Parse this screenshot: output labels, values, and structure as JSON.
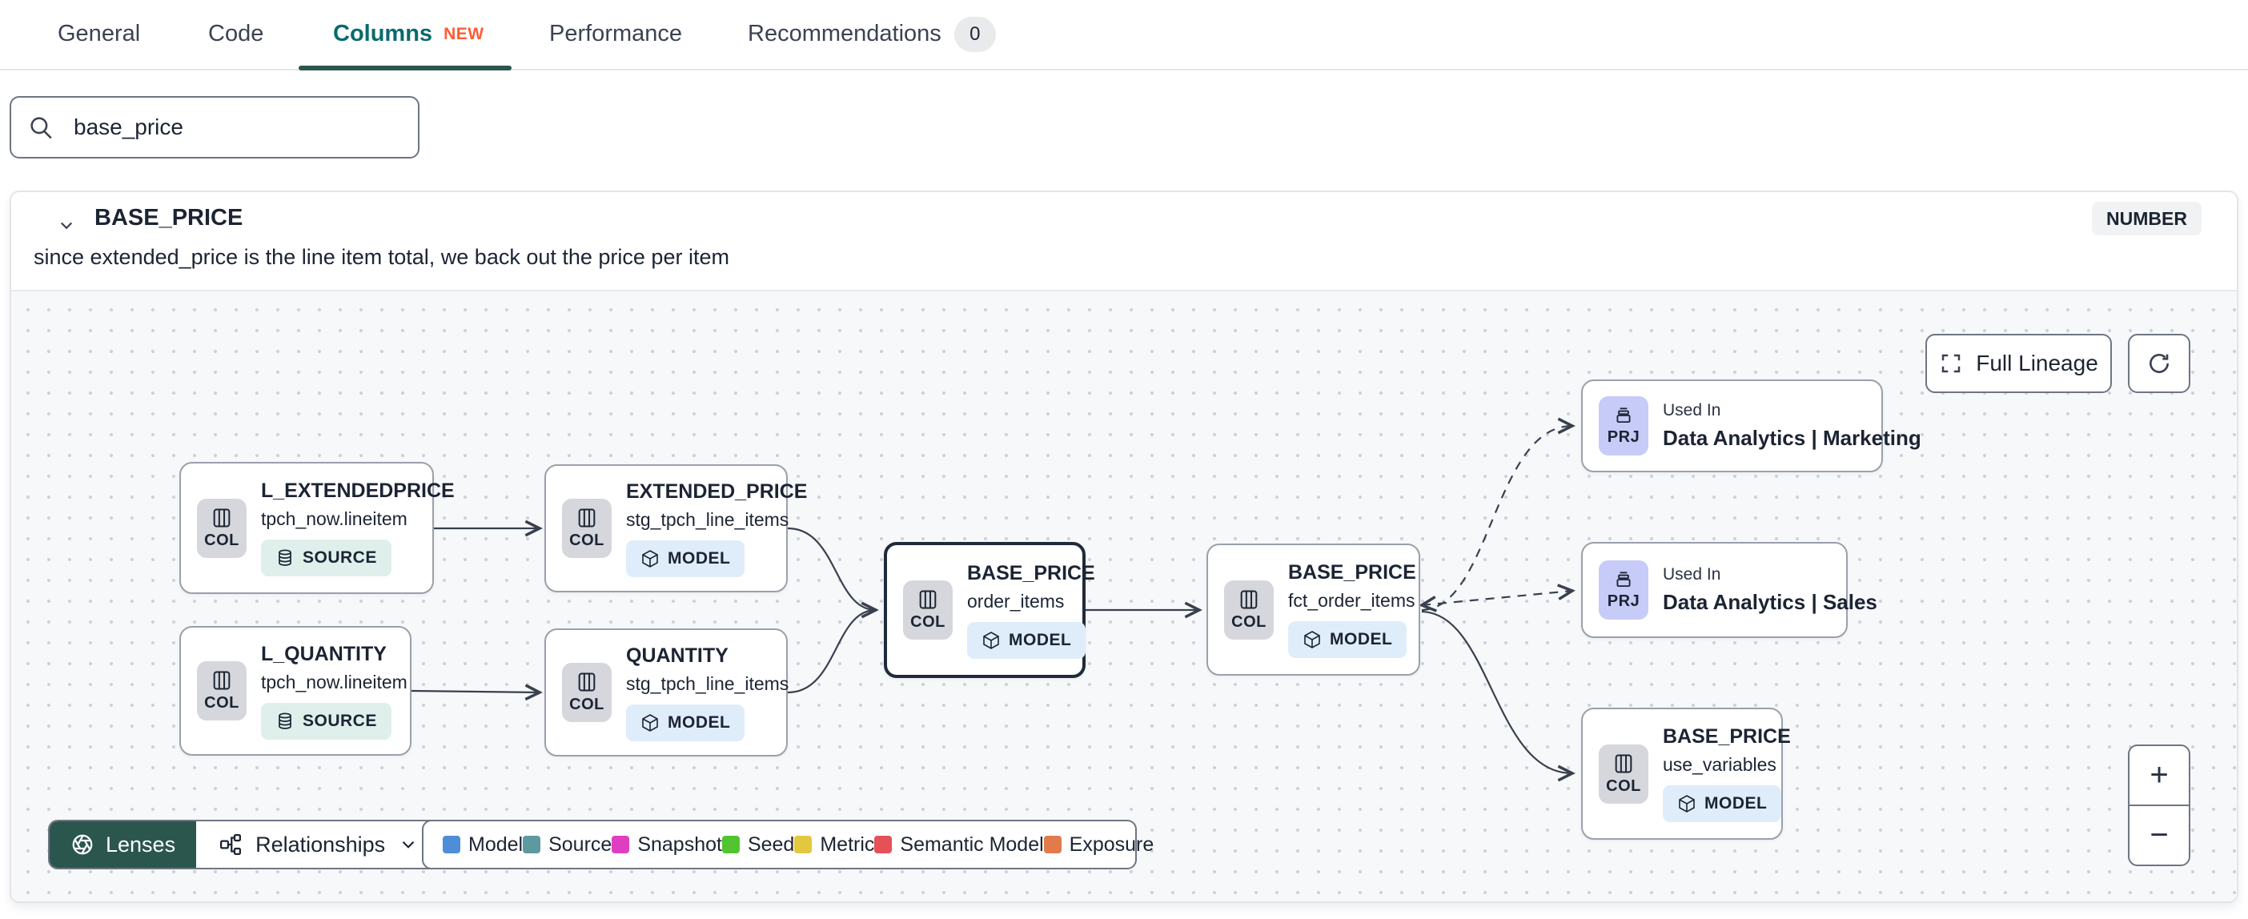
{
  "tabs": {
    "items": [
      {
        "label": "General"
      },
      {
        "label": "Code"
      },
      {
        "label": "Columns",
        "badge": "NEW",
        "active": true
      },
      {
        "label": "Performance"
      },
      {
        "label": "Recommendations",
        "badge": "0"
      }
    ]
  },
  "search": {
    "value": "base_price"
  },
  "column_panel": {
    "title": "BASE_PRICE",
    "type_badge": "NUMBER",
    "description": "since extended_price is the line item total, we back out the price per item"
  },
  "lineage": {
    "controls": {
      "full_lineage": "Full Lineage",
      "zoom_in": "+",
      "zoom_out": "−"
    },
    "toolbar": {
      "lenses": "Lenses",
      "relationships": "Relationships"
    },
    "legend": {
      "items": [
        {
          "label": "Model",
          "color": "#4e8ed8"
        },
        {
          "label": "Source",
          "color": "#5c9aa0"
        },
        {
          "label": "Snapshot",
          "color": "#e03ec1"
        },
        {
          "label": "Seed",
          "color": "#53c431"
        },
        {
          "label": "Metric",
          "color": "#e3c73e"
        },
        {
          "label": "Semantic Model",
          "color": "#e55059"
        },
        {
          "label": "Exposure",
          "color": "#e17a4c"
        }
      ]
    },
    "nodes": [
      {
        "chip": "COL",
        "title": "L_EXTENDEDPRICE",
        "subtitle": "tpch_now.lineitem",
        "badge": "SOURCE"
      },
      {
        "chip": "COL",
        "title": "L_QUANTITY",
        "subtitle": "tpch_now.lineitem",
        "badge": "SOURCE"
      },
      {
        "chip": "COL",
        "title": "EXTENDED_PRICE",
        "subtitle": "stg_tpch_line_items",
        "badge": "MODEL"
      },
      {
        "chip": "COL",
        "title": "QUANTITY",
        "subtitle": "stg_tpch_line_items",
        "badge": "MODEL"
      },
      {
        "chip": "COL",
        "title": "BASE_PRICE",
        "subtitle": "order_items",
        "badge": "MODEL",
        "selected": true
      },
      {
        "chip": "COL",
        "title": "BASE_PRICE",
        "subtitle": "fct_order_items",
        "badge": "MODEL"
      },
      {
        "chip": "PRJ",
        "label": "Used In",
        "title": "Data Analytics | Marketing"
      },
      {
        "chip": "PRJ",
        "label": "Used In",
        "title": "Data Analytics | Sales"
      },
      {
        "chip": "COL",
        "title": "BASE_PRICE",
        "subtitle": "use_variables",
        "badge": "MODEL"
      }
    ]
  }
}
